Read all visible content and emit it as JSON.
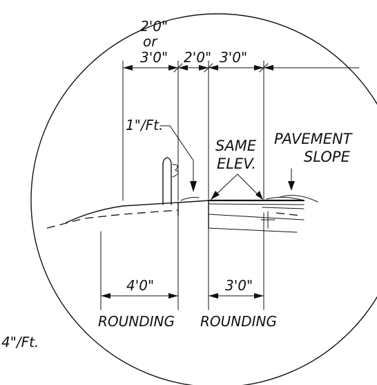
{
  "diagram": {
    "dim_top_1": [
      "2'0\"",
      "or",
      "3'0\""
    ],
    "dim_top_2": "2'0\"",
    "dim_top_3": "3'0\"",
    "slope_label": "1\"/Ft.",
    "same_elev": [
      "SAME",
      "ELEV."
    ],
    "pavement_slope": [
      "PAVEMENT",
      "SLOPE"
    ],
    "dim_bottom_1": "4'0\"",
    "dim_bottom_2": "3'0\"",
    "rounding_1": "ROUNDING",
    "rounding_2": "ROUNDING",
    "side_slope": "4\"/Ft."
  },
  "colors": {
    "ink": "#111111",
    "paper": "#ffffff"
  }
}
